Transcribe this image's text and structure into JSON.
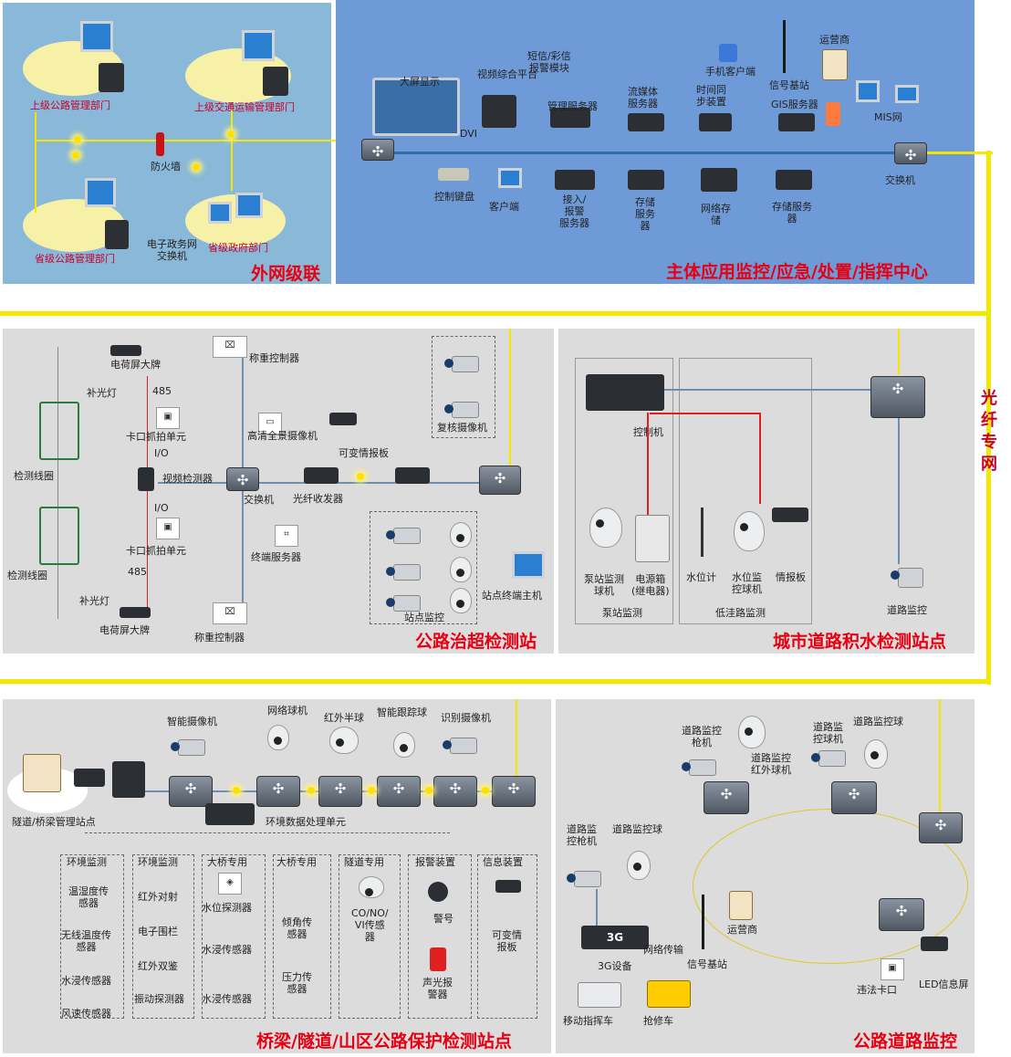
{
  "panels": {
    "external": {
      "title": "外网级联",
      "nodes": [
        "上级公路管理部门",
        "上级交通运输管理部门",
        "防火墙",
        "省级公路管理部门",
        "电子政务网\n交换机",
        "省级政府部门"
      ]
    },
    "center": {
      "title": "主体应用监控/应急/处置/指挥中心",
      "nodes": [
        "大屏显示",
        "视频综合平台",
        "DVI",
        "短信/彩信\n报警模块",
        "管理服务器",
        "流媒体\n服务器",
        "时间同\n步装置",
        "手机客户端",
        "信号基站",
        "运营商",
        "GIS服务器",
        "MIS网",
        "交换机",
        "控制键盘",
        "客户端",
        "接入/\n报警\n服务器",
        "存储\n服务\n器",
        "网络存\n储",
        "存储服务\n器"
      ]
    },
    "overload": {
      "title": "公路治超检测站",
      "nodes": [
        "电荷屏大牌",
        "补光灯",
        "485",
        "卡口抓拍单元",
        "I/O",
        "检测线圈",
        "视频检测器",
        "I/O",
        "卡口抓拍单元",
        "485",
        "检测线圈",
        "补光灯",
        "电荷屏大牌",
        "称重控制器",
        "高清全景摄像机",
        "可变情报板",
        "交换机",
        "光纤收发器",
        "终端服务器",
        "称重控制器",
        "复核摄像机",
        "站点监控",
        "站点终端主机"
      ]
    },
    "water": {
      "title": "城市道路积水检测站点",
      "nodes": [
        "控制机",
        "泵站监测\n球机",
        "电源箱\n(继电器)",
        "泵站监测",
        "水位计",
        "水位监\n控球机",
        "情报板",
        "低洼路监测",
        "道路监控"
      ]
    },
    "bridge": {
      "title": "桥梁/隧道/山区公路保护检测站点",
      "nodes": [
        "智能摄像机",
        "网络球机",
        "红外半球",
        "智能跟踪球",
        "识别摄像机",
        "隧道/桥梁管理站点",
        "环境数据处理单元",
        "环境监测",
        "温湿度传\n感器",
        "无线温度传\n感器",
        "水浸传感器",
        "风速传感器",
        "环境监测",
        "红外对射",
        "电子围栏",
        "红外双鉴",
        "振动探测器",
        "大桥专用",
        "水位探测器",
        "水浸传感器",
        "水浸传感器",
        "大桥专用",
        "倾角传\n感器",
        "压力传\n感器",
        "隧道专用",
        "CO/NO/\nVI传感\n器",
        "报警装置",
        "警号",
        "声光报\n警器",
        "信息装置",
        "可变情\n报板"
      ]
    },
    "road": {
      "title": "公路道路监控",
      "nodes": [
        "道路监控\n枪机",
        "道路监控\n红外球机",
        "道路监\n控球机",
        "道路监控球",
        "道路监\n控枪机",
        "道路监控球",
        "运营商",
        "3G",
        "网络传输",
        "3G设备",
        "信号基站",
        "移动指挥车",
        "抢修车",
        "违法卡口",
        "LED信息屏"
      ]
    }
  },
  "fiber": "光\n纤\n专\n网",
  "colors": {
    "sky": "#8ab8d8",
    "blue": "#6f9ad8",
    "gray": "#dcdcdc",
    "accent": "#e60012",
    "fiber": "#f5e800"
  }
}
